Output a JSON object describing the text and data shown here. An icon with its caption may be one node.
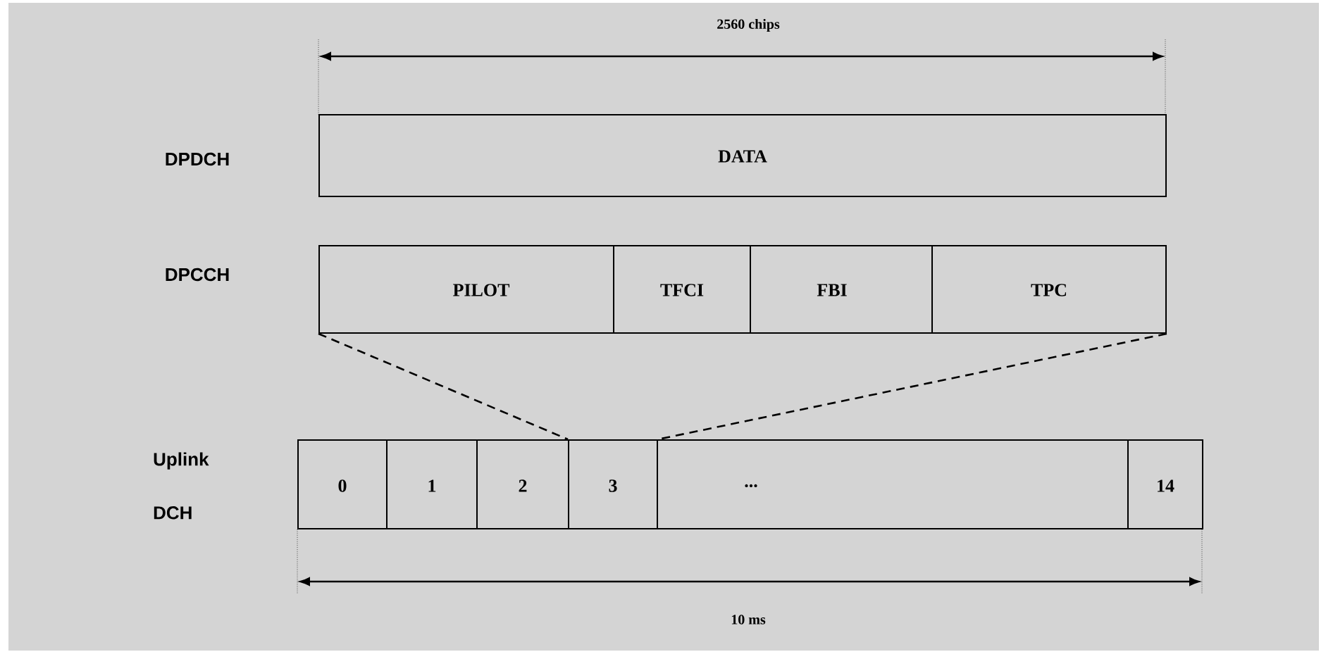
{
  "diagram": {
    "nodes": [
      {
        "text": [
          "DATA"
        ]
      },
      {
        "text": [
          "PILOT"
        ]
      },
      {
        "text": [
          "TFCI"
        ]
      },
      {
        "text": [
          "FBI"
        ]
      },
      {
        "text": [
          "TPC"
        ]
      },
      {
        "text": [
          "0"
        ]
      },
      {
        "text": [
          "1"
        ]
      },
      {
        "text": [
          "2"
        ]
      },
      {
        "text": [
          "3"
        ]
      },
      {
        "text": [
          "..."
        ]
      },
      {
        "text": [
          "14"
        ]
      }
    ],
    "edges": [
      {
        "from": 1,
        "to": 8,
        "arrow": "none",
        "style": "dashed"
      },
      {
        "from": 4,
        "to": 8,
        "arrow": "none",
        "style": "dashed"
      }
    ],
    "labels": [
      "2560 chips",
      "DPDCH",
      "DPCCH",
      "Uplink DCH",
      "10 ms"
    ]
  }
}
